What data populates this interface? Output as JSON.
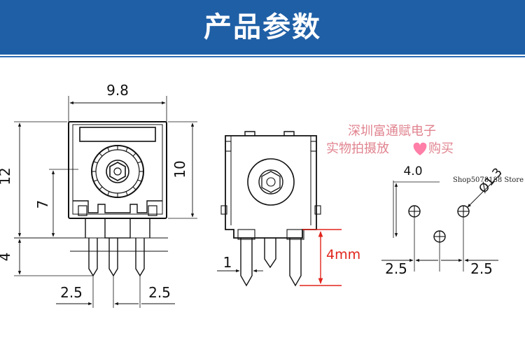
{
  "header": {
    "title": "产品参数"
  },
  "watermark": {
    "line1": "深圳富通赋电子",
    "line2": "实物拍摄放",
    "line2_end": "购买"
  },
  "shop": {
    "label": "Shop5078188 Store"
  },
  "front_view": {
    "dim_width": "9.8",
    "dim_height_total": "12",
    "dim_height_body": "10",
    "dim_height_mount": "7",
    "dim_pin_length": "4",
    "dim_pitch_left": "2.5",
    "dim_pitch_right": "2.5"
  },
  "side_view": {
    "dim_pin_width": "1",
    "dim_pin_extra": "4mm"
  },
  "footprint": {
    "dim_row_offset": "4.0",
    "dim_hole_diameter": "Ø1.3",
    "dim_pitch_left": "2.5",
    "dim_pitch_right": "2.5"
  },
  "colors": {
    "header": "#1f5fa6",
    "highlight": "#e0241b",
    "heart": "#ff7fa8",
    "line": "#111111"
  }
}
